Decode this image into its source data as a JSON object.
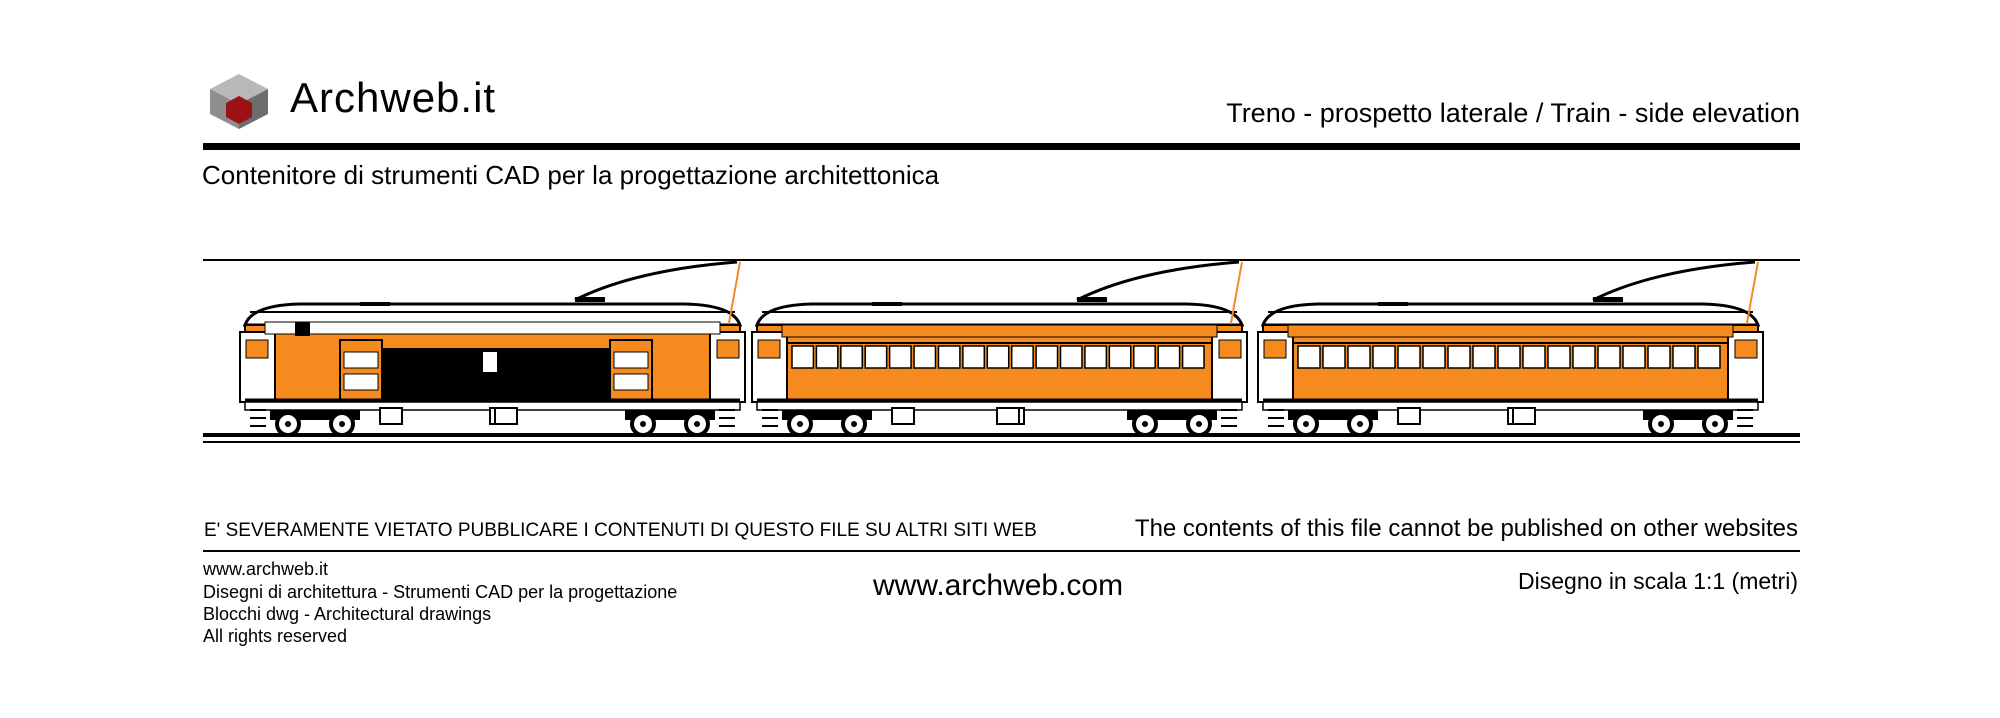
{
  "header": {
    "brand": "Archweb.it",
    "title": "Treno - prospetto laterale  /  Train - side elevation",
    "subtitle": "Contenitore di strumenti CAD per la progettazione architettonica"
  },
  "drawing": {
    "units": 3,
    "colors": {
      "accent": "#f58a1f",
      "ink": "#000000",
      "logo_red": "#9b1116",
      "logo_grey": "#8e8e8e"
    }
  },
  "notice": {
    "it": "E' SEVERAMENTE VIETATO PUBBLICARE I CONTENUTI DI QUESTO FILE SU ALTRI SITI WEB",
    "en": "The contents of this file cannot be published on other websites"
  },
  "footer": {
    "lines": [
      "www.archweb.it",
      "Disegni di architettura - Strumenti CAD  per la progettazione",
      "Blocchi dwg - Architectural drawings",
      "All rights reserved"
    ],
    "website": "www.archweb.com",
    "scale": "Disegno in scala 1:1 (metri)"
  }
}
